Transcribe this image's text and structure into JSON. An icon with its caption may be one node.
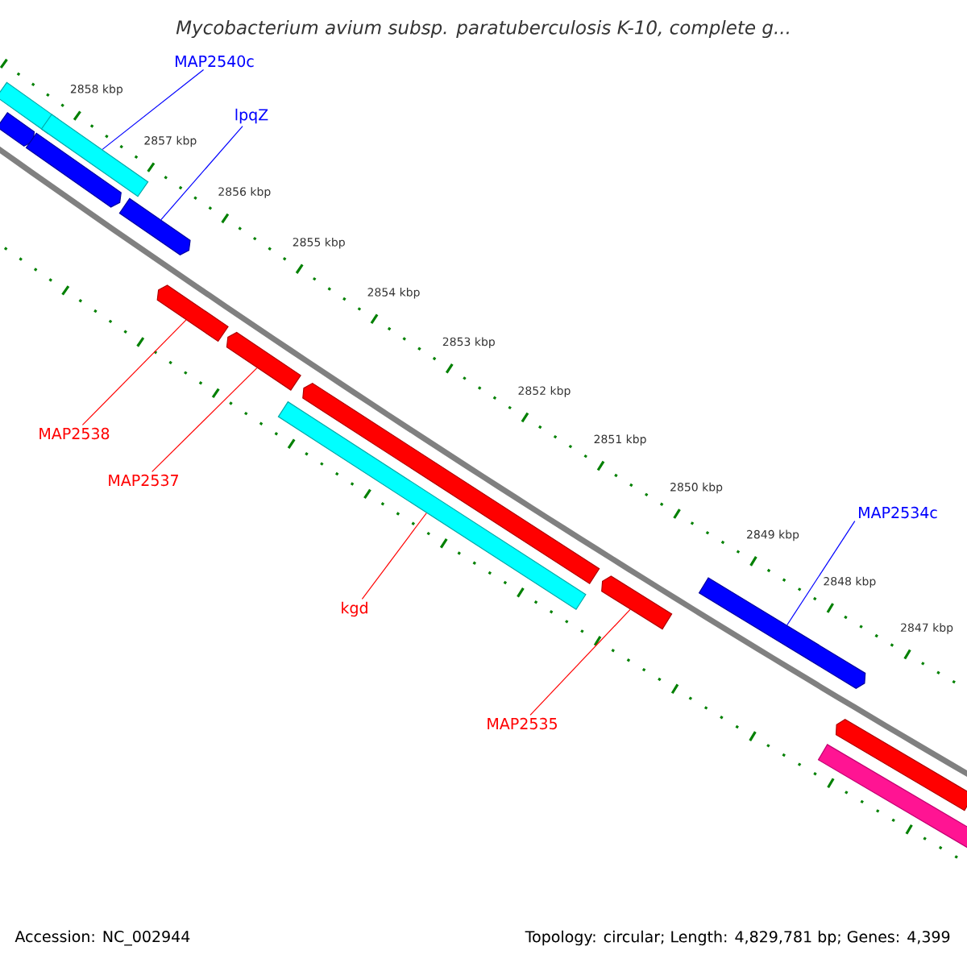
{
  "diagram": {
    "title": "Mycobacterium avium subsp. paratuberculosis K-10, complete g...",
    "nodes": [
      {
        "text": [
          "MAP2540c"
        ]
      },
      {
        "text": [
          "lpqZ"
        ]
      },
      {
        "text": [
          "MAP2538"
        ]
      },
      {
        "text": [
          "MAP2537"
        ]
      },
      {
        "text": [
          "kgd"
        ]
      },
      {
        "text": [
          "MAP2535"
        ]
      },
      {
        "text": [
          "MAP2534c"
        ]
      },
      {
        "text": [],
        "shape": "bar"
      },
      {
        "text": [],
        "shape": "pentagon"
      },
      {
        "text": [],
        "shape": "bar"
      },
      {
        "text": [],
        "shape": "pentagon"
      },
      {
        "text": [],
        "shape": "pentagon"
      },
      {
        "text": [],
        "shape": "pentagon"
      },
      {
        "text": [],
        "shape": "pentagon"
      },
      {
        "text": [],
        "shape": "bar"
      },
      {
        "text": [],
        "shape": "pentagon"
      },
      {
        "text": [],
        "shape": "pentagon"
      },
      {
        "text": [],
        "shape": "pentagon"
      },
      {
        "text": [],
        "shape": "pentagon"
      },
      {
        "text": [],
        "shape": "bar"
      }
    ],
    "edges": [
      {
        "from": 0,
        "to": 9,
        "arrow": "none",
        "color": "#0000ff"
      },
      {
        "from": 1,
        "to": 11,
        "arrow": "none",
        "color": "#0000ff"
      },
      {
        "from": 2,
        "to": 12,
        "arrow": "none"
      },
      {
        "from": 3,
        "to": 13,
        "arrow": "none"
      },
      {
        "from": 4,
        "to": 14,
        "arrow": "none"
      },
      {
        "from": 5,
        "to": 16,
        "arrow": "none"
      },
      {
        "from": 6,
        "to": 17,
        "arrow": "none",
        "color": "#0000ff"
      }
    ],
    "labels": [
      "2858 kbp",
      "2857 kbp",
      "2856 kbp",
      "2855 kbp",
      "2854 kbp",
      "2853 kbp",
      "2852 kbp",
      "2851 kbp",
      "2850 kbp",
      "2849 kbp",
      "2848 kbp",
      "2847 kbp",
      "Accession: NC_002944",
      "Topology: circular; Length: 4,829,781 bp; Genes: 4,399"
    ]
  }
}
